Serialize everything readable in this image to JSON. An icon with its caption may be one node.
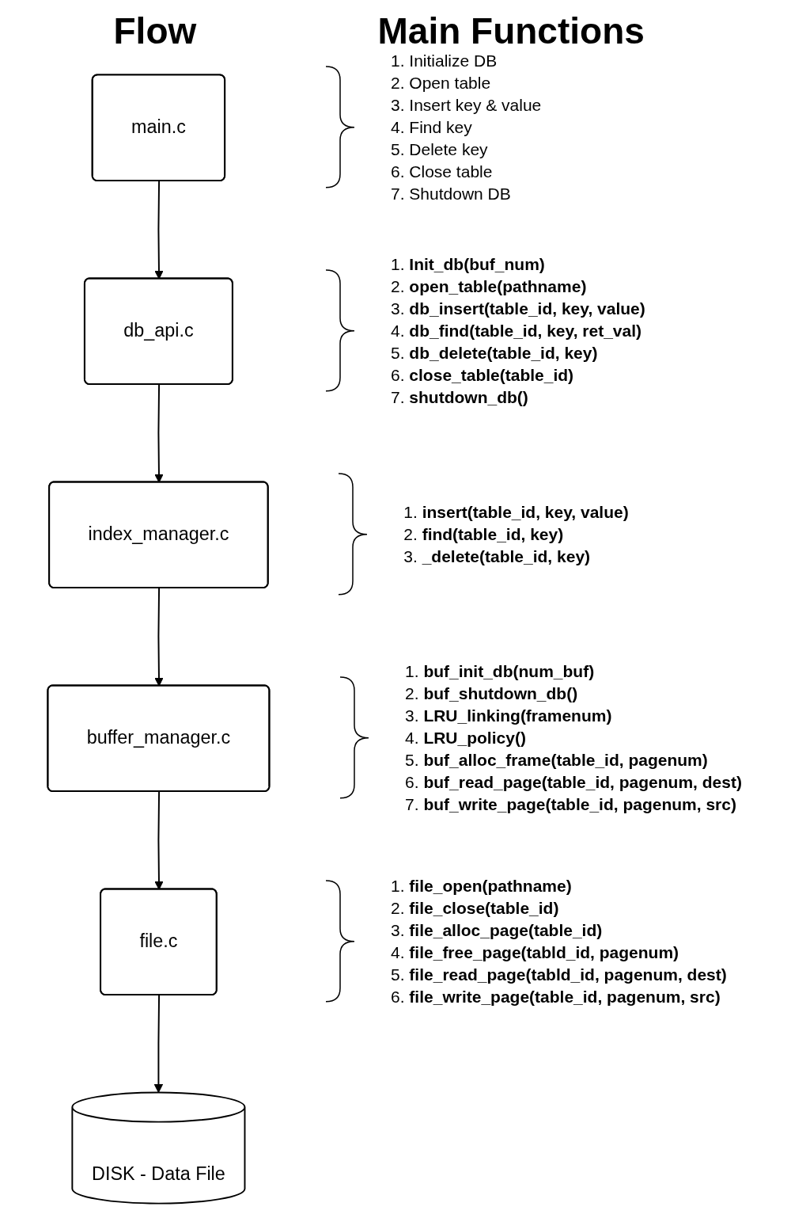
{
  "diagram": {
    "nodes": [
      {
        "text": [
          "main.c"
        ],
        "beside": [
          "1. Initialize DB",
          "2. Open table",
          "3. Insert key & value",
          "4. Find key",
          "5. Delete key",
          "6. Close table",
          "7. Shutdown DB"
        ]
      },
      {
        "text": [
          "db_api.c"
        ],
        "beside": [
          "1. **Init_db(buf_num)**",
          "2. **open_table(pathname)**",
          "3. **db_insert(table_id, key, value)**",
          "4. **db_find(table_id, key, ret_val)**",
          "5. **db_delete(table_id, key)**",
          "6. **close_table(table_id)**",
          "7. **shutdown_db()**"
        ]
      },
      {
        "text": [
          "index_manager.c"
        ],
        "beside": [
          "1. **insert(table_id, key, value)**",
          "2. **find(table_id, key)**",
          "3. **_delete(table_id, key)**"
        ]
      },
      {
        "text": [
          "buffer_manager.c"
        ],
        "beside": [
          "1. **buf_init_db(num_buf)**",
          "2. **buf_shutdown_db()**",
          "3. **LRU_linking(framenum)**",
          "4. **LRU_policy()**",
          "5. **buf_alloc_frame(table_id, pagenum)**",
          "6. **buf_read_page(table_id, pagenum, dest)**",
          "7. **buf_write_page(table_id, pagenum, src)**"
        ]
      },
      {
        "text": [
          "file.c"
        ],
        "beside": [
          "1. **file_open(pathname)**",
          "2. **file_close(table_id)**",
          "3. **file_alloc_page(table_id)**",
          "4. **file_free_page(tabld_id, pagenum)**",
          "5. **file_read_page(tabld_id, pagenum, dest)**",
          "6. **file_write_page(table_id, pagenum, src)**"
        ]
      },
      {
        "text": [
          "DISK - Data File"
        ]
      }
    ],
    "edges": [
      {
        "from": 0,
        "to": 1,
        "arrow": "to"
      },
      {
        "from": 1,
        "to": 2,
        "arrow": "to"
      },
      {
        "from": 2,
        "to": 3,
        "arrow": "to"
      },
      {
        "from": 3,
        "to": 4,
        "arrow": "to"
      },
      {
        "from": 4,
        "to": 5,
        "arrow": "to"
      }
    ],
    "labels": [
      "Flow",
      "Main Functions"
    ]
  }
}
